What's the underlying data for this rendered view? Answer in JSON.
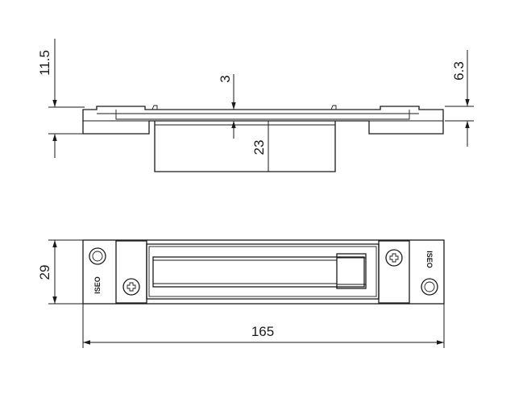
{
  "dimensions": {
    "side_overall_height": "11.5",
    "flange_thickness": "3",
    "body_depth": "23",
    "end_plate_height": "6.3",
    "overall_width": "29",
    "overall_length": "165"
  },
  "brand_mark": "ISEO"
}
